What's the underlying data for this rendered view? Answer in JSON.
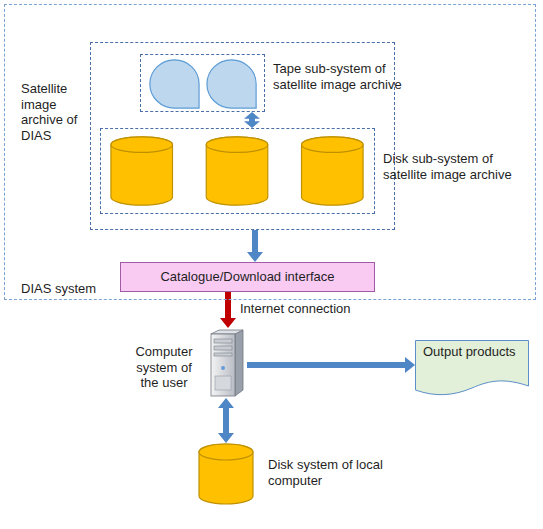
{
  "diagram": {
    "nodes": [
      {
        "text": [
          "DIAS system"
        ]
      },
      {
        "text": [
          "Satellite image archive of DIAS"
        ],
        "in": 0
      },
      {
        "text": [
          "Tape sub-system of satellite image archive"
        ],
        "in": 1
      },
      {
        "text": [
          "Disk sub-system of satellite image archive"
        ],
        "in": 1
      },
      {
        "text": [
          "Catalogue/Download interface"
        ],
        "in": 0
      },
      {
        "text": [
          "Computer system of the user"
        ]
      },
      {
        "text": [
          "Output products"
        ]
      },
      {
        "text": [
          "Disk system of local computer"
        ]
      }
    ],
    "edges": [
      {
        "from": 2,
        "to": 3,
        "arrow": "both"
      },
      {
        "from": 1,
        "to": 4,
        "arrow": "to"
      },
      {
        "from": 4,
        "to": 5,
        "label": "Internet connection",
        "arrow": "to"
      },
      {
        "from": 5,
        "to": 6,
        "arrow": "to"
      },
      {
        "from": 5,
        "to": 7,
        "arrow": "both"
      }
    ]
  }
}
